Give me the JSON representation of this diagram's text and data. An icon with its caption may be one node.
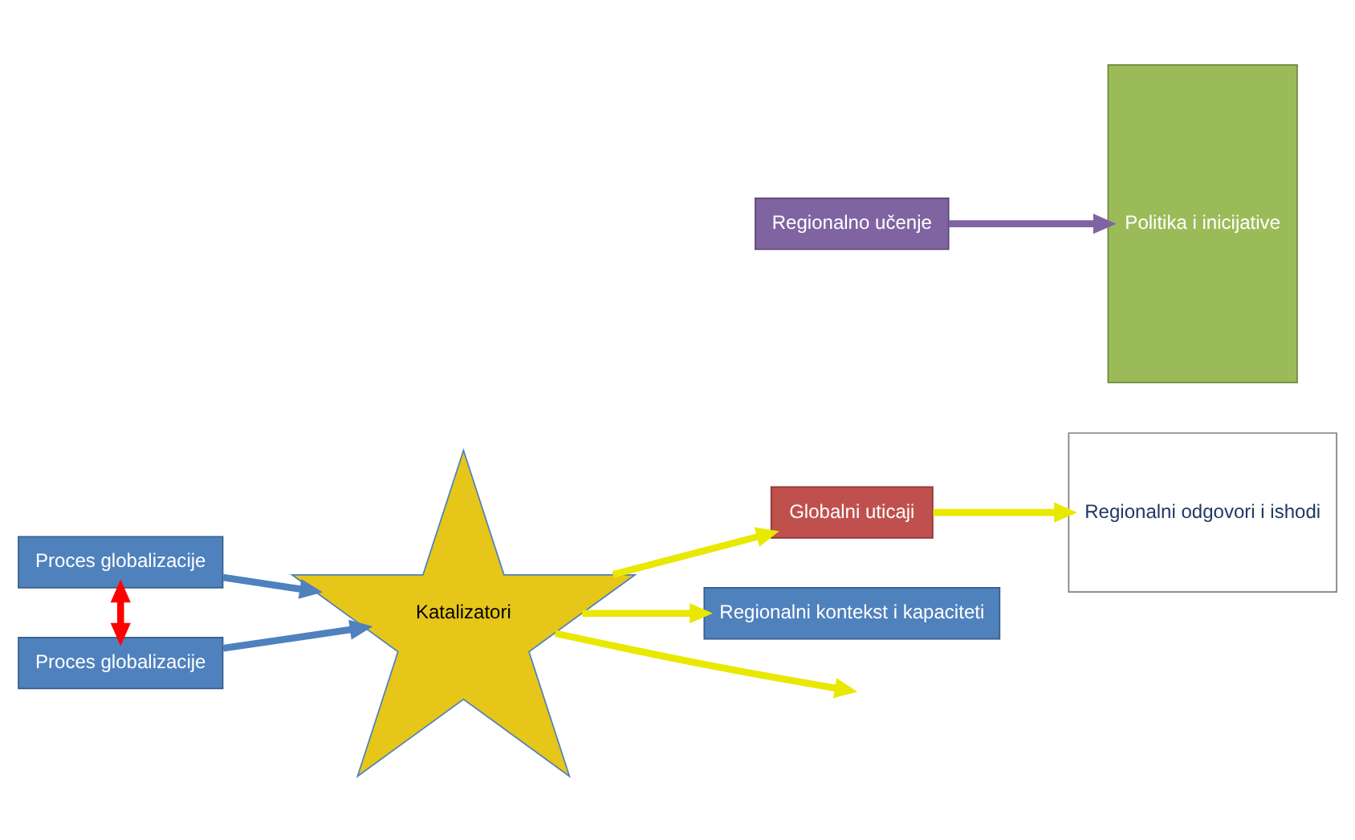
{
  "diagram": {
    "nodes": [
      {
        "text": [
          "Proces globalizacije"
        ]
      },
      {
        "text": [
          "Proces globalizacije"
        ]
      },
      {
        "text": [
          "Katalizatori"
        ]
      },
      {
        "text": [
          "Globalni uticaji"
        ]
      },
      {
        "text": [
          "Regionalno učenje"
        ]
      },
      {
        "text": [
          "Politika i inicijative"
        ]
      },
      {
        "text": [
          "Regionalni odgovori i ishodi"
        ]
      },
      {
        "text": [
          "Regionalni kontekst i kapaciteti"
        ]
      }
    ],
    "edges": [
      {
        "from": 0,
        "to": 1,
        "arrow": "both",
        "color": "#ff0000"
      },
      {
        "from": 0,
        "to": 2,
        "arrow": "to",
        "color": "#4f81bd"
      },
      {
        "from": 1,
        "to": 2,
        "arrow": "to",
        "color": "#4f81bd"
      },
      {
        "from": 2,
        "to": null,
        "arrow": "to"
      },
      {
        "from": 2,
        "to": 7,
        "arrow": "to"
      },
      {
        "from": 2,
        "to": 3,
        "arrow": "to"
      },
      {
        "from": 3,
        "to": 6,
        "arrow": "to"
      },
      {
        "from": 4,
        "to": 5,
        "arrow": "to",
        "color": "#8064a2"
      }
    ]
  }
}
